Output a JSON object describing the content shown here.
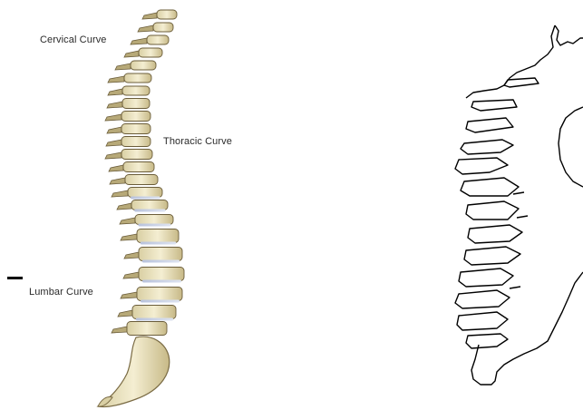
{
  "labels": {
    "cervical": "Cervical Curve",
    "thoracic": "Thoracic Curve",
    "lumbar": "Lumbar Curve"
  },
  "colors": {
    "bone_fill": "#eee6c4",
    "bone_shadow": "#b7a978",
    "bone_dark": "#6b5d3a",
    "disc": "#c9d2e6",
    "outline": "#000000"
  }
}
